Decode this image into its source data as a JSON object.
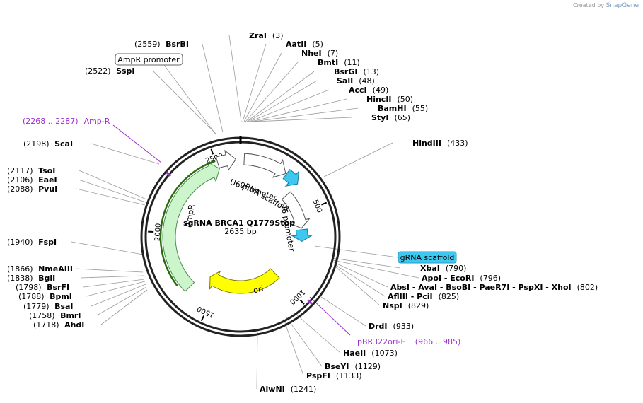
{
  "credit": {
    "prefix": "Created by",
    "brand": "SnapGene"
  },
  "plasmid": {
    "name": "sgRNA BRCA1 Q1779Stop",
    "length_label": "2635 bp",
    "length": 2635
  },
  "ticks": [
    {
      "bp": 500,
      "label": "500"
    },
    {
      "bp": 1000,
      "label": "1000"
    },
    {
      "bp": 1500,
      "label": "1500"
    },
    {
      "bp": 2000,
      "label": "2000"
    },
    {
      "bp": 2500,
      "label": "2500"
    }
  ],
  "sites": [
    {
      "name": "ZraI",
      "pos": "(3)",
      "bp": 3
    },
    {
      "name": "AatII",
      "pos": "(5)",
      "bp": 5
    },
    {
      "name": "NheI",
      "pos": "(7)",
      "bp": 7
    },
    {
      "name": "BmtI",
      "pos": "(11)",
      "bp": 11
    },
    {
      "name": "BsrGI",
      "pos": "(13)",
      "bp": 13
    },
    {
      "name": "SalI",
      "pos": "(48)",
      "bp": 48
    },
    {
      "name": "AccI",
      "pos": "(49)",
      "bp": 49
    },
    {
      "name": "HincII",
      "pos": "(50)",
      "bp": 50
    },
    {
      "name": "BamHI",
      "pos": "(55)",
      "bp": 55
    },
    {
      "name": "StyI",
      "pos": "(65)",
      "bp": 65
    },
    {
      "name": "HindIII",
      "pos": "(433)",
      "bp": 433
    },
    {
      "name": "XbaI",
      "pos": "(790)",
      "bp": 790
    },
    {
      "name": "ApoI - EcoRI",
      "pos": "(796)",
      "bp": 796
    },
    {
      "name": "AbsI - AvaI - BsoBI - PaeR7I - PspXI - XhoI",
      "pos": "(802)",
      "bp": 802
    },
    {
      "name": "AflIII - PciI",
      "pos": "(825)",
      "bp": 825
    },
    {
      "name": "NspI",
      "pos": "(829)",
      "bp": 829
    },
    {
      "name": "DrdI",
      "pos": "(933)",
      "bp": 933
    },
    {
      "name": "HaeII",
      "pos": "(1073)",
      "bp": 1073
    },
    {
      "name": "BseYI",
      "pos": "(1129)",
      "bp": 1129
    },
    {
      "name": "PspFI",
      "pos": "(1133)",
      "bp": 1133
    },
    {
      "name": "AlwNI",
      "pos": "(1241)",
      "bp": 1241
    },
    {
      "name": "AhdI",
      "pos": "(1718)",
      "bp": 1718
    },
    {
      "name": "BmrI",
      "pos": "(1758)",
      "bp": 1758
    },
    {
      "name": "BsaI",
      "pos": "(1779)",
      "bp": 1779
    },
    {
      "name": "BpmI",
      "pos": "(1788)",
      "bp": 1788
    },
    {
      "name": "BsrFI",
      "pos": "(1798)",
      "bp": 1798
    },
    {
      "name": "BglI",
      "pos": "(1838)",
      "bp": 1838
    },
    {
      "name": "NmeAIII",
      "pos": "(1866)",
      "bp": 1866
    },
    {
      "name": "FspI",
      "pos": "(1940)",
      "bp": 1940
    },
    {
      "name": "PvuI",
      "pos": "(2088)",
      "bp": 2088
    },
    {
      "name": "EaeI",
      "pos": "(2106)",
      "bp": 2106
    },
    {
      "name": "TsoI",
      "pos": "(2117)",
      "bp": 2117
    },
    {
      "name": "ScaI",
      "pos": "(2198)",
      "bp": 2198
    },
    {
      "name": "SspI",
      "pos": "(2522)",
      "bp": 2522
    },
    {
      "name": "BsrBI",
      "pos": "(2559)",
      "bp": 2559
    }
  ],
  "primers": [
    {
      "name": "Amp-R",
      "range": "(2268 .. 2287)",
      "bp": 2277
    },
    {
      "name": "pBR322ori-F",
      "range": "(966 .. 985)",
      "bp": 975
    }
  ],
  "features": [
    {
      "name": "U6 promoter",
      "start": 20,
      "end": 260,
      "type": "promoter",
      "color": "#ffffff",
      "label": "U6 promoter"
    },
    {
      "name": "gRNA scaffold",
      "start": 265,
      "end": 345,
      "type": "misc",
      "color": "#3ec8f0",
      "label": "gRNA scaffold"
    },
    {
      "name": "U6 promoter",
      "start": 350,
      "end": 600,
      "type": "promoter",
      "color": "#ffffff",
      "label": "U6 promoter"
    },
    {
      "name": "gRNA scaffold",
      "start": 610,
      "end": 690,
      "type": "misc",
      "color": "#3ec8f0",
      "label": ""
    },
    {
      "name": "ori",
      "start": 1000,
      "end": 1590,
      "type": "rep",
      "color": "#ffff00",
      "label": "ori"
    },
    {
      "name": "AmpR",
      "start": 1650,
      "end": 2510,
      "type": "cds",
      "color": "#ccf5cc",
      "label": "AmpR"
    },
    {
      "name": "AmpR promoter",
      "start": 2510,
      "end": 2610,
      "type": "promoter",
      "color": "#ffffff",
      "label": ""
    }
  ],
  "callouts": {
    "ampr_promoter": "AmpR promoter",
    "grna_scaffold": "gRNA scaffold"
  }
}
